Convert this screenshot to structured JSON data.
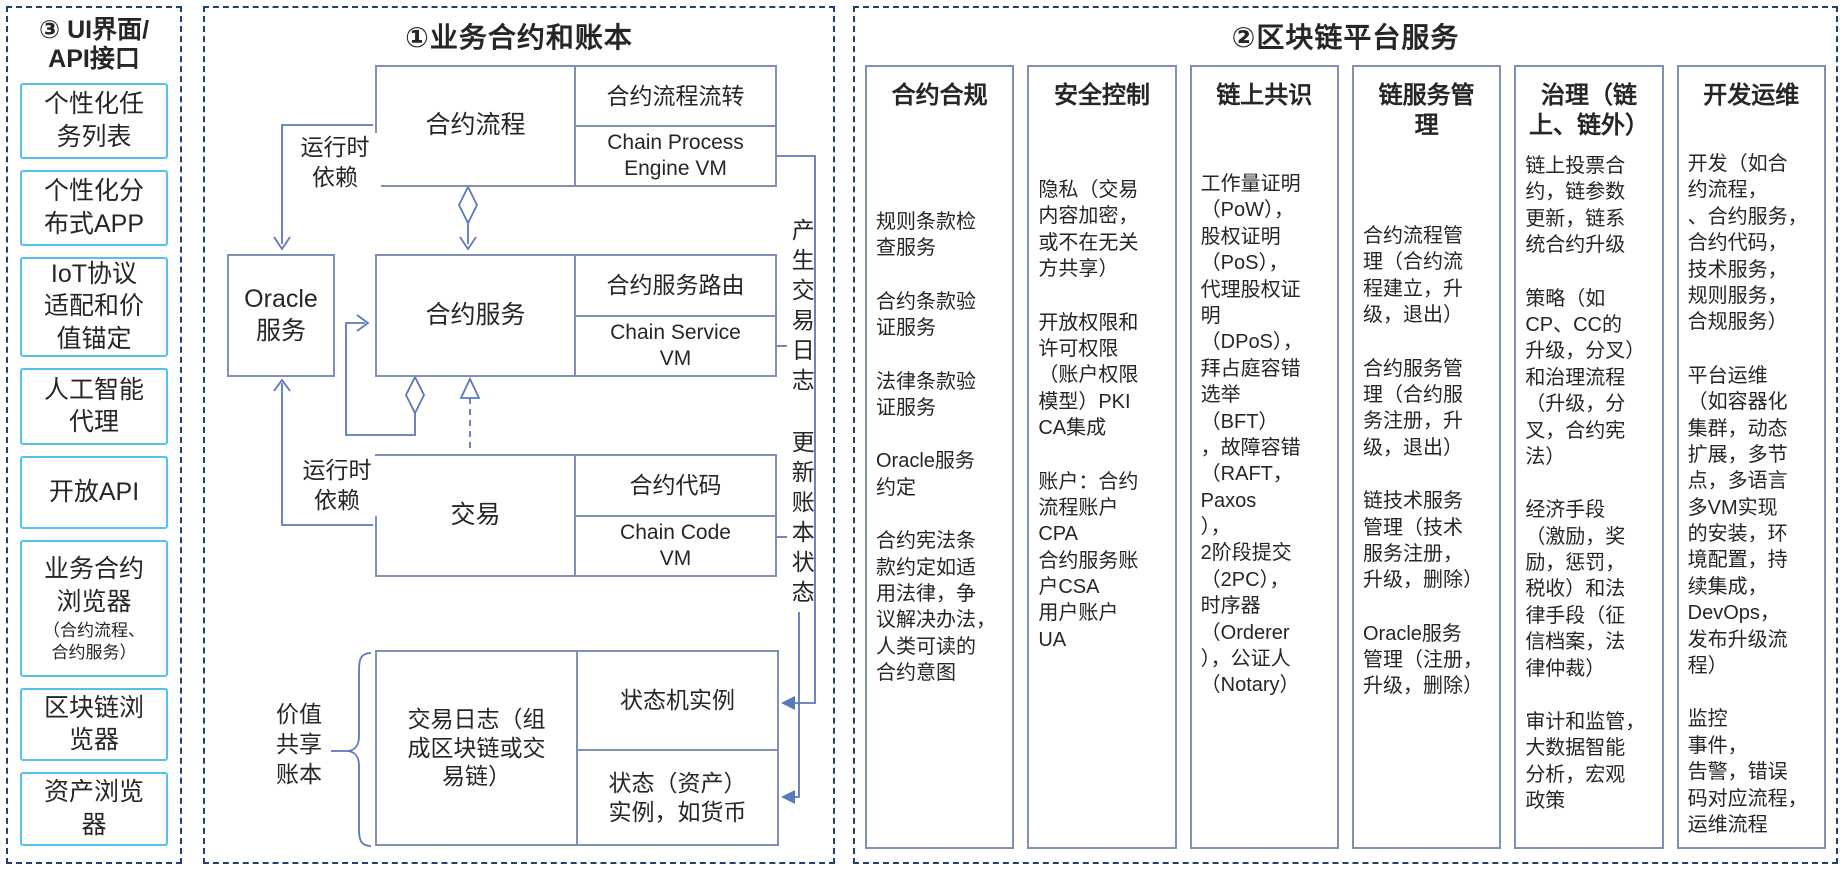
{
  "colors": {
    "panel_dashed_border": "#24406e",
    "sidebar_item_border": "#54c2ee",
    "diagram_box_border": "#8090b5",
    "connector_blue": "#5b79b8",
    "text": "#262626"
  },
  "sidebar": {
    "title": "③ UI界面/\nAPI接口",
    "items": [
      {
        "label": "个性化任\n务列表"
      },
      {
        "label": "个性化分\n布式APP"
      },
      {
        "label": "IoT协议\n适配和价\n值锚定"
      },
      {
        "label": "人工智能\n代理"
      },
      {
        "label": "开放API"
      },
      {
        "label": "业务合约\n浏览器",
        "sublabel": "（合约流程、\n合约服务）"
      },
      {
        "label": "区块链浏\n览器"
      },
      {
        "label": "资产浏览\n器"
      }
    ]
  },
  "ledger_panel": {
    "title": "①业务合约和账本",
    "boxes": {
      "contract_process": "合约流程",
      "cp_flow": "合约流程流转",
      "cp_vm": "Chain Process\nEngine VM",
      "oracle": "Oracle\n服务",
      "contract_service": "合约服务",
      "cs_route": "合约服务路由",
      "cs_vm": "Chain Service\nVM",
      "transaction": "交易",
      "tx_code": "合约代码",
      "tx_vm": "Chain Code\nVM",
      "tx_log": "交易日志（组\n成区块链或交\n易链）",
      "state_machine": "状态机实例",
      "state_asset": "状态（资产）\n实例，如货币"
    },
    "labels": {
      "runtime_dep_top": "运行时\n依赖",
      "runtime_dep_bottom": "运行时\n依赖",
      "value_shared_ledger": "价值\n共享\n账本",
      "produce_tx_log": "产生交易日志",
      "update_ledger_state": "更新账本状态"
    }
  },
  "platform_panel": {
    "title": "②区块链平台服务",
    "columns": [
      {
        "header": "合约合规",
        "paragraphs": [
          "规则条款检\n查服务",
          "合约条款验\n证服务",
          "法律条款验\n证服务",
          "Oracle服务\n约定",
          "合约宪法条\n款约定如适\n用法律，争\n议解决办法，\n人类可读的\n合约意图"
        ]
      },
      {
        "header": "安全控制",
        "paragraphs": [
          "隐私（交易\n内容加密，\n或不在无关\n方共享）",
          "开放权限和\n许可权限\n（账户权限\n模型）PKI\nCA集成",
          "账户：合约\n流程账户\nCPA\n合约服务账\n户CSA\n用户账户\nUA"
        ]
      },
      {
        "header": "链上共识",
        "paragraphs": [
          "工作量证明\n（PoW），\n股权证明\n（PoS），\n代理股权证\n明\n（DPoS），\n拜占庭容错\n选举\n（BFT）\n，故障容错\n（RAFT，\nPaxos\n），\n2阶段提交\n（2PC），\n时序器\n（Orderer\n），公证人\n（Notary）"
        ]
      },
      {
        "header": "链服务管\n理",
        "paragraphs": [
          "合约流程管\n理（合约流\n程建立，升\n级，退出）",
          "合约服务管\n理（合约服\n务注册，升\n级，退出）",
          "链技术服务\n管理（技术\n服务注册，\n升级，删除）",
          "Oracle服务\n管理（注册，\n升级，删除）"
        ]
      },
      {
        "header": "治理（链\n上、链外）",
        "paragraphs": [
          "链上投票合\n约，链参数\n更新，链系\n统合约升级",
          "策略（如\nCP、CC的\n升级，分叉）\n和治理流程\n（升级，分\n叉，合约宪\n法）",
          "经济手段\n（激励，奖\n励，惩罚，\n税收）和法\n律手段（征\n信档案，法\n律仲裁）",
          "审计和监管，\n大数据智能\n分析，宏观\n政策"
        ]
      },
      {
        "header": "开发运维",
        "paragraphs": [
          "开发（如合\n约流程，\n、合约服务，\n合约代码，\n技术服务，\n规则服务，\n合规服务）",
          "平台运维\n（如容器化\n集群，动态\n扩展，多节\n点，多语言\n多VM实现\n的安装，环\n境配置，持\n续集成，\nDevOps，\n发布升级流\n程）",
          "监控\n事件，\n告警，错误\n码对应流程，\n运维流程"
        ]
      }
    ]
  }
}
